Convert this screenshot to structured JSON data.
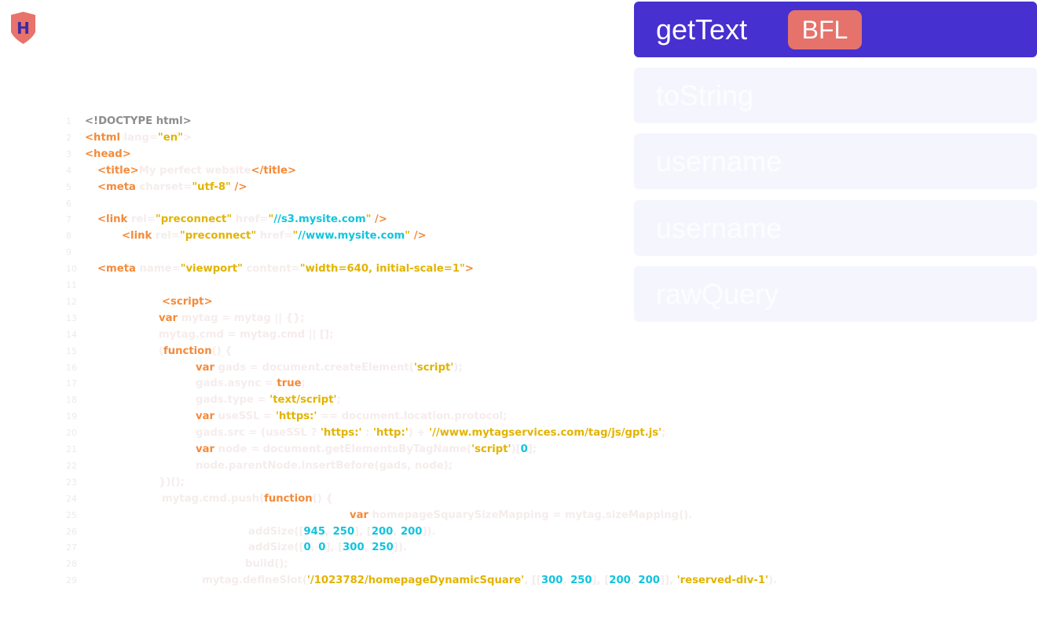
{
  "logo": {
    "letter": "H",
    "shield_color": "#e8736b",
    "letter_color": "#3b2aa8"
  },
  "code_lines": [
    {
      "num": "1",
      "tokens": [
        [
          "d",
          "<!DOCTYPE html>"
        ]
      ]
    },
    {
      "num": "2",
      "tokens": [
        [
          "t",
          "<html"
        ],
        [
          "f",
          " lang="
        ],
        [
          "s",
          "\"en\""
        ],
        [
          "f",
          ">"
        ]
      ]
    },
    {
      "num": "3",
      "tokens": [
        [
          "t",
          "<head>"
        ]
      ]
    },
    {
      "num": "4",
      "tokens": [
        [
          "t",
          "<title>"
        ],
        [
          "f",
          "My perfect website"
        ],
        [
          "t",
          "</title>"
        ]
      ]
    },
    {
      "num": "5",
      "tokens": [
        [
          "t",
          "<meta"
        ],
        [
          "f",
          " charset="
        ],
        [
          "s",
          "\"utf-8\""
        ],
        [
          "t",
          " />"
        ]
      ]
    },
    {
      "num": "6",
      "tokens": []
    },
    {
      "num": "7",
      "tokens": [
        [
          "t",
          "<link"
        ],
        [
          "f",
          " rel="
        ],
        [
          "s",
          "\"preconnect\""
        ],
        [
          "f",
          " href="
        ],
        [
          "s",
          "\""
        ],
        [
          "n",
          "//s3.mysite.com"
        ],
        [
          "s",
          "\""
        ],
        [
          "t",
          " />"
        ]
      ]
    },
    {
      "num": "8",
      "tokens": [
        [
          "t",
          "<link"
        ],
        [
          "f",
          " rel="
        ],
        [
          "s",
          "\"preconnect\""
        ],
        [
          "f",
          " href="
        ],
        [
          "s",
          "\""
        ],
        [
          "n",
          "//www.mysite.com"
        ],
        [
          "s",
          "\""
        ],
        [
          "t",
          " />"
        ]
      ]
    },
    {
      "num": "9",
      "tokens": []
    },
    {
      "num": "10",
      "tokens": [
        [
          "t",
          "<meta"
        ],
        [
          "f",
          " name="
        ],
        [
          "s",
          "\"viewport\""
        ],
        [
          "f",
          " content="
        ],
        [
          "s",
          "\"width=640, initial-scale=1\""
        ],
        [
          "t",
          ">"
        ]
      ]
    },
    {
      "num": "11",
      "tokens": []
    },
    {
      "num": "12",
      "tokens": [
        [
          "t",
          "<script>"
        ]
      ]
    },
    {
      "num": "13",
      "tokens": [
        [
          "k",
          "var"
        ],
        [
          "f",
          " mytag = mytag || {};"
        ]
      ]
    },
    {
      "num": "14",
      "tokens": [
        [
          "f",
          "mytag.cmd = mytag.cmd || [];"
        ]
      ]
    },
    {
      "num": "15",
      "tokens": [
        [
          "f",
          "("
        ],
        [
          "k",
          "function"
        ],
        [
          "f",
          "() {"
        ]
      ]
    },
    {
      "num": "16",
      "tokens": [
        [
          "k",
          "var"
        ],
        [
          "f",
          " gads = document.createElement("
        ],
        [
          "s",
          "'script'"
        ],
        [
          "f",
          ");"
        ]
      ]
    },
    {
      "num": "17",
      "tokens": [
        [
          "f",
          "gads.async = "
        ],
        [
          "k",
          "true"
        ],
        [
          "f",
          ";"
        ]
      ]
    },
    {
      "num": "18",
      "tokens": [
        [
          "f",
          "gads.type = "
        ],
        [
          "s",
          "'text/script'"
        ],
        [
          "f",
          ";"
        ]
      ]
    },
    {
      "num": "19",
      "tokens": [
        [
          "k",
          "var"
        ],
        [
          "f",
          " useSSL = "
        ],
        [
          "s",
          "'https:'"
        ],
        [
          "f",
          " == document.location.protocol;"
        ]
      ]
    },
    {
      "num": "20",
      "tokens": [
        [
          "f",
          "gads.src = (useSSL ? "
        ],
        [
          "s",
          "'https:'"
        ],
        [
          "f",
          " : "
        ],
        [
          "s",
          "'http:'"
        ],
        [
          "f",
          ") + "
        ],
        [
          "s",
          "'//www.mytagservices.com/tag/js/gpt.js'"
        ],
        [
          "f",
          ";"
        ]
      ]
    },
    {
      "num": "21",
      "tokens": [
        [
          "k",
          "var"
        ],
        [
          "f",
          " node = document.getElementsByTagName("
        ],
        [
          "s",
          "'script'"
        ],
        [
          "f",
          ")["
        ],
        [
          "n",
          "0"
        ],
        [
          "f",
          "];"
        ]
      ]
    },
    {
      "num": "22",
      "tokens": [
        [
          "f",
          "node.parentNode.insertBefore(gads, node);"
        ]
      ]
    },
    {
      "num": "23",
      "tokens": [
        [
          "f",
          "})();"
        ]
      ]
    },
    {
      "num": "24",
      "tokens": [
        [
          "f",
          "mytag.cmd.push("
        ],
        [
          "k",
          "function"
        ],
        [
          "f",
          "() {"
        ]
      ]
    },
    {
      "num": "25",
      "tokens": [
        [
          "k",
          "var"
        ],
        [
          "f",
          " homepageSquarySizeMapping = mytag.sizeMapping()."
        ]
      ]
    },
    {
      "num": "26",
      "tokens": [
        [
          "f",
          "addSize(["
        ],
        [
          "n",
          "945"
        ],
        [
          "f",
          ", "
        ],
        [
          "n",
          "250"
        ],
        [
          "f",
          "], ["
        ],
        [
          "n",
          "200"
        ],
        [
          "f",
          ", "
        ],
        [
          "n",
          "200"
        ],
        [
          "f",
          "])."
        ]
      ]
    },
    {
      "num": "27",
      "tokens": [
        [
          "f",
          "addSize(["
        ],
        [
          "n",
          "0"
        ],
        [
          "f",
          ", "
        ],
        [
          "n",
          "0"
        ],
        [
          "f",
          "], ["
        ],
        [
          "n",
          "300"
        ],
        [
          "f",
          ", "
        ],
        [
          "n",
          "250"
        ],
        [
          "f",
          "])."
        ]
      ]
    },
    {
      "num": "28",
      "tokens": [
        [
          "f",
          "build();"
        ]
      ]
    },
    {
      "num": "29",
      "tokens": [
        [
          "f",
          "mytag.defineSlot("
        ],
        [
          "s",
          "'/1023782/homepageDynamicSquare'"
        ],
        [
          "f",
          ", [["
        ],
        [
          "n",
          "300"
        ],
        [
          "f",
          ", "
        ],
        [
          "n",
          "250"
        ],
        [
          "f",
          "], ["
        ],
        [
          "n",
          "200"
        ],
        [
          "f",
          ", "
        ],
        [
          "n",
          "200"
        ],
        [
          "f",
          "]], "
        ],
        [
          "s",
          "'reserved-div-1'"
        ],
        [
          "f",
          ")."
        ]
      ]
    }
  ],
  "suggestions": {
    "items": [
      {
        "label": "getText",
        "badge": "BFL",
        "active": true
      },
      {
        "label": "toString"
      },
      {
        "label": "username"
      },
      {
        "label": "username"
      },
      {
        "label": "rawQuery"
      }
    ],
    "active_color": "#4630cf",
    "badge_color": "#e5736b"
  }
}
